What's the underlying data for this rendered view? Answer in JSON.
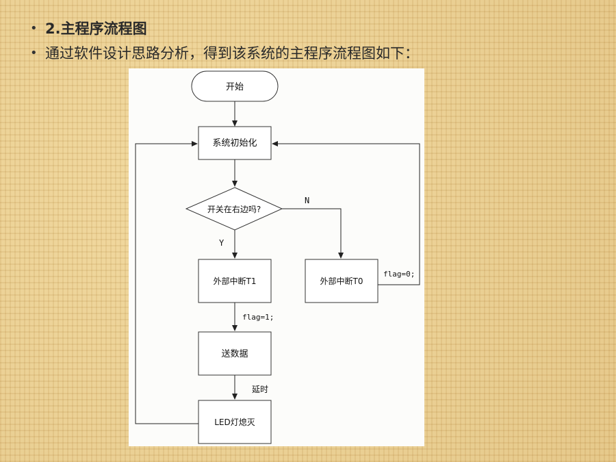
{
  "slide": {
    "heading": "2.主程序流程图",
    "description": "通过软件设计思路分析，得到该系统的主程序流程图如下："
  },
  "flowchart": {
    "start": "开始",
    "init": "系统初始化",
    "decision": "开关在右边吗?",
    "label_no": "N",
    "label_yes": "Y",
    "interrupt_t1": "外部中断T1",
    "interrupt_t0": "外部中断T0",
    "flag_set_1": "flag=1;",
    "flag_set_0": "flag=0;",
    "send_data": "送数据",
    "delay": "延时",
    "led_off": "LED灯熄灭"
  }
}
